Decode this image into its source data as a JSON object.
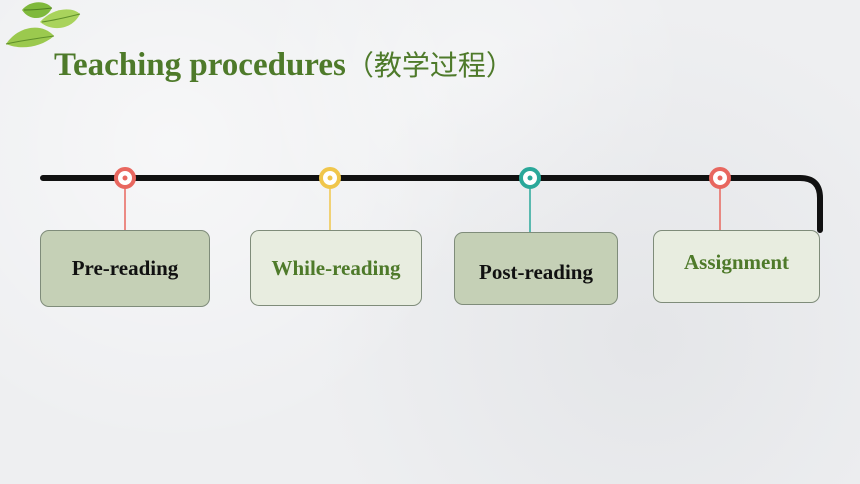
{
  "title": {
    "main": "Teaching procedures",
    "chinese": "（教学过程）"
  },
  "steps": [
    {
      "label": "Pre-reading",
      "marker_color": "#e8675f"
    },
    {
      "label": "While-reading",
      "marker_color": "#f0c64b"
    },
    {
      "label": "Post-reading",
      "marker_color": "#2aa89a"
    },
    {
      "label": "Assignment",
      "marker_color": "#e8675f"
    }
  ],
  "colors": {
    "title": "#4e7a2a",
    "timeline": "#111111",
    "box_dark": "#c5d0b6",
    "box_light": "#e8ede0"
  },
  "decoration": "green-leaves-icon"
}
